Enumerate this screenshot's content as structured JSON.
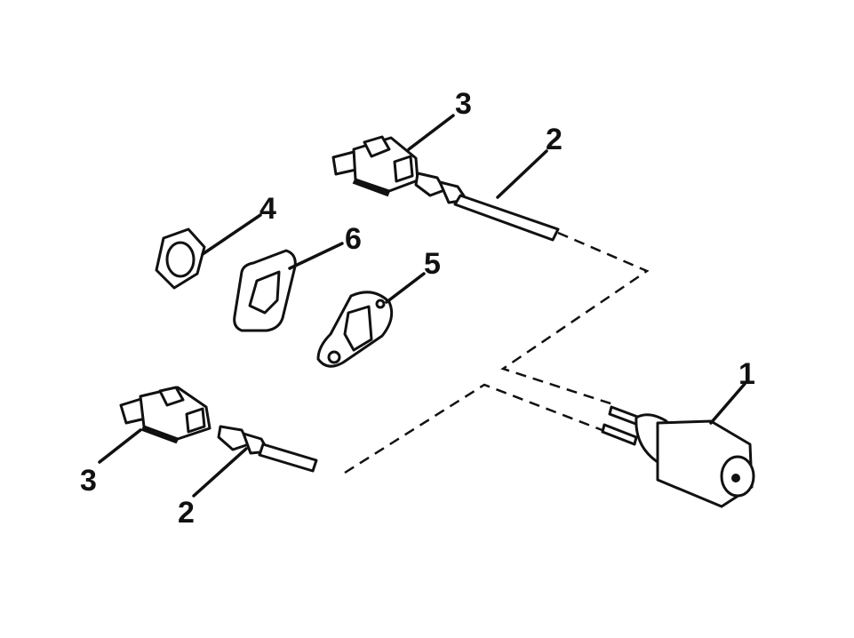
{
  "diagram": {
    "callouts": {
      "switch": "1",
      "wire_upper": "2",
      "wire_lower": "2",
      "connector_upper": "3",
      "connector_lower": "3",
      "nut": "4",
      "plate": "5",
      "gasket": "6"
    },
    "colors": {
      "ink": "#111111",
      "paper": "#ffffff"
    }
  }
}
